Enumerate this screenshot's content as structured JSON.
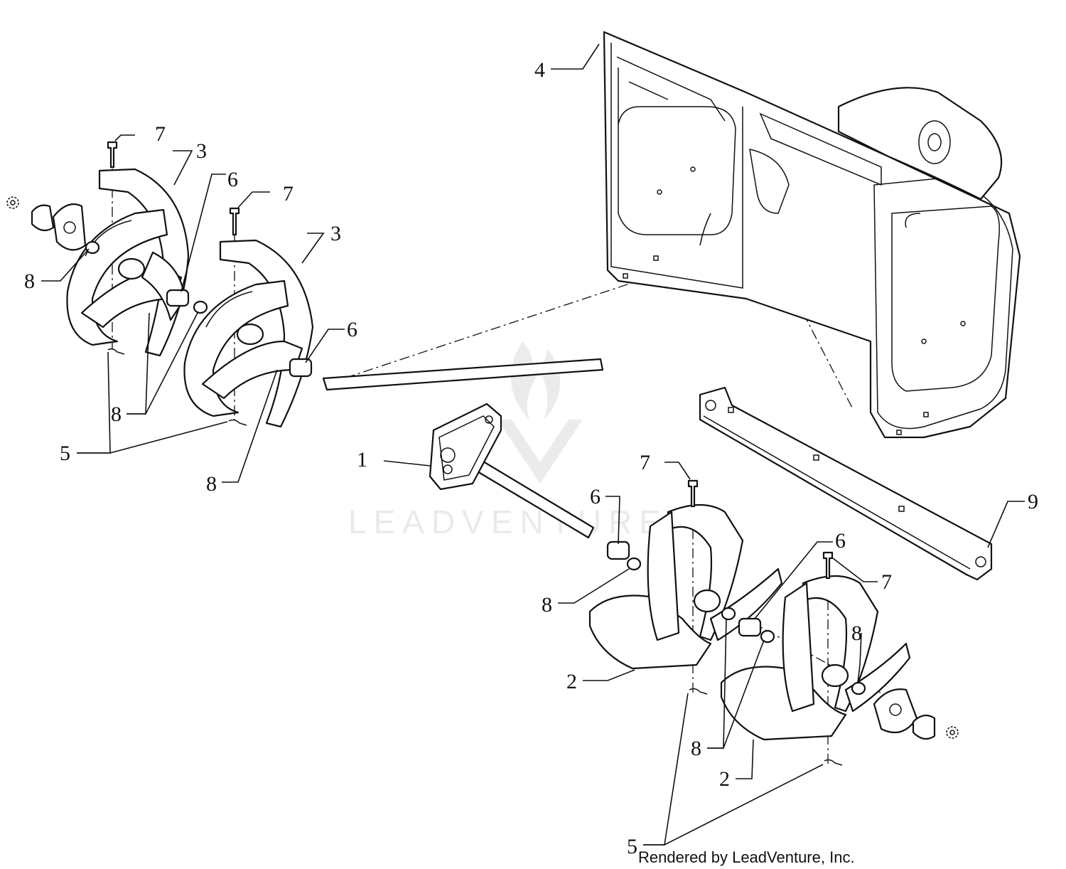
{
  "watermark": {
    "text": "LEADVENTURE",
    "icon": "flame-v-logo-icon"
  },
  "credit": "Rendered by LeadVenture, Inc.",
  "callouts": [
    {
      "id": "c1",
      "label": "1"
    },
    {
      "id": "c2a",
      "label": "2"
    },
    {
      "id": "c2b",
      "label": "2"
    },
    {
      "id": "c3a",
      "label": "3"
    },
    {
      "id": "c3b",
      "label": "3"
    },
    {
      "id": "c4",
      "label": "4"
    },
    {
      "id": "c5a",
      "label": "5"
    },
    {
      "id": "c5b",
      "label": "5"
    },
    {
      "id": "c6a",
      "label": "6"
    },
    {
      "id": "c6b",
      "label": "6"
    },
    {
      "id": "c6c",
      "label": "6"
    },
    {
      "id": "c6d",
      "label": "6"
    },
    {
      "id": "c7a",
      "label": "7"
    },
    {
      "id": "c7b",
      "label": "7"
    },
    {
      "id": "c7c",
      "label": "7"
    },
    {
      "id": "c7d",
      "label": "7"
    },
    {
      "id": "c8a",
      "label": "8"
    },
    {
      "id": "c8b",
      "label": "8"
    },
    {
      "id": "c8c",
      "label": "8"
    },
    {
      "id": "c8d",
      "label": "8"
    },
    {
      "id": "c8e",
      "label": "8"
    },
    {
      "id": "c8f",
      "label": "8"
    },
    {
      "id": "c9",
      "label": "9"
    }
  ]
}
